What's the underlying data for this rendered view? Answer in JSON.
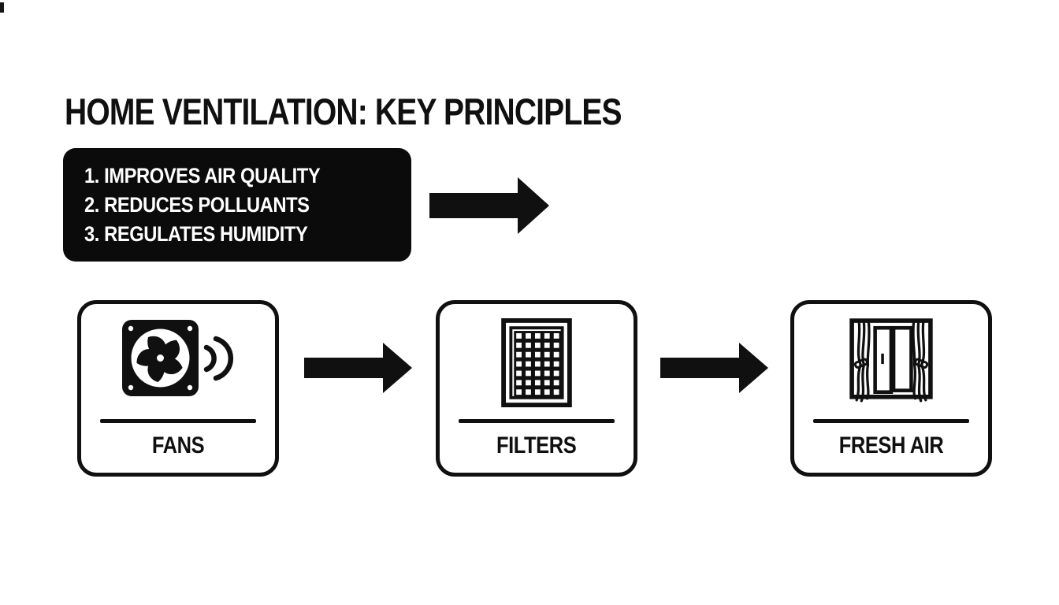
{
  "page": {
    "background": "#ffffff",
    "ink": "#101010"
  },
  "title": "HOME VENTILATION: KEY PRINCIPLES",
  "principles": {
    "items": [
      "1. IMPROVES AIR QUALITY",
      "2. REDUCES POLLUANTS",
      "3. REGULATES HUMIDITY"
    ]
  },
  "flow": {
    "steps": [
      {
        "label": "FANS",
        "icon": "fan-icon"
      },
      {
        "label": "FILTERS",
        "icon": "air-filter-icon"
      },
      {
        "label": "FRESH AIR",
        "icon": "open-window-icon"
      }
    ]
  }
}
